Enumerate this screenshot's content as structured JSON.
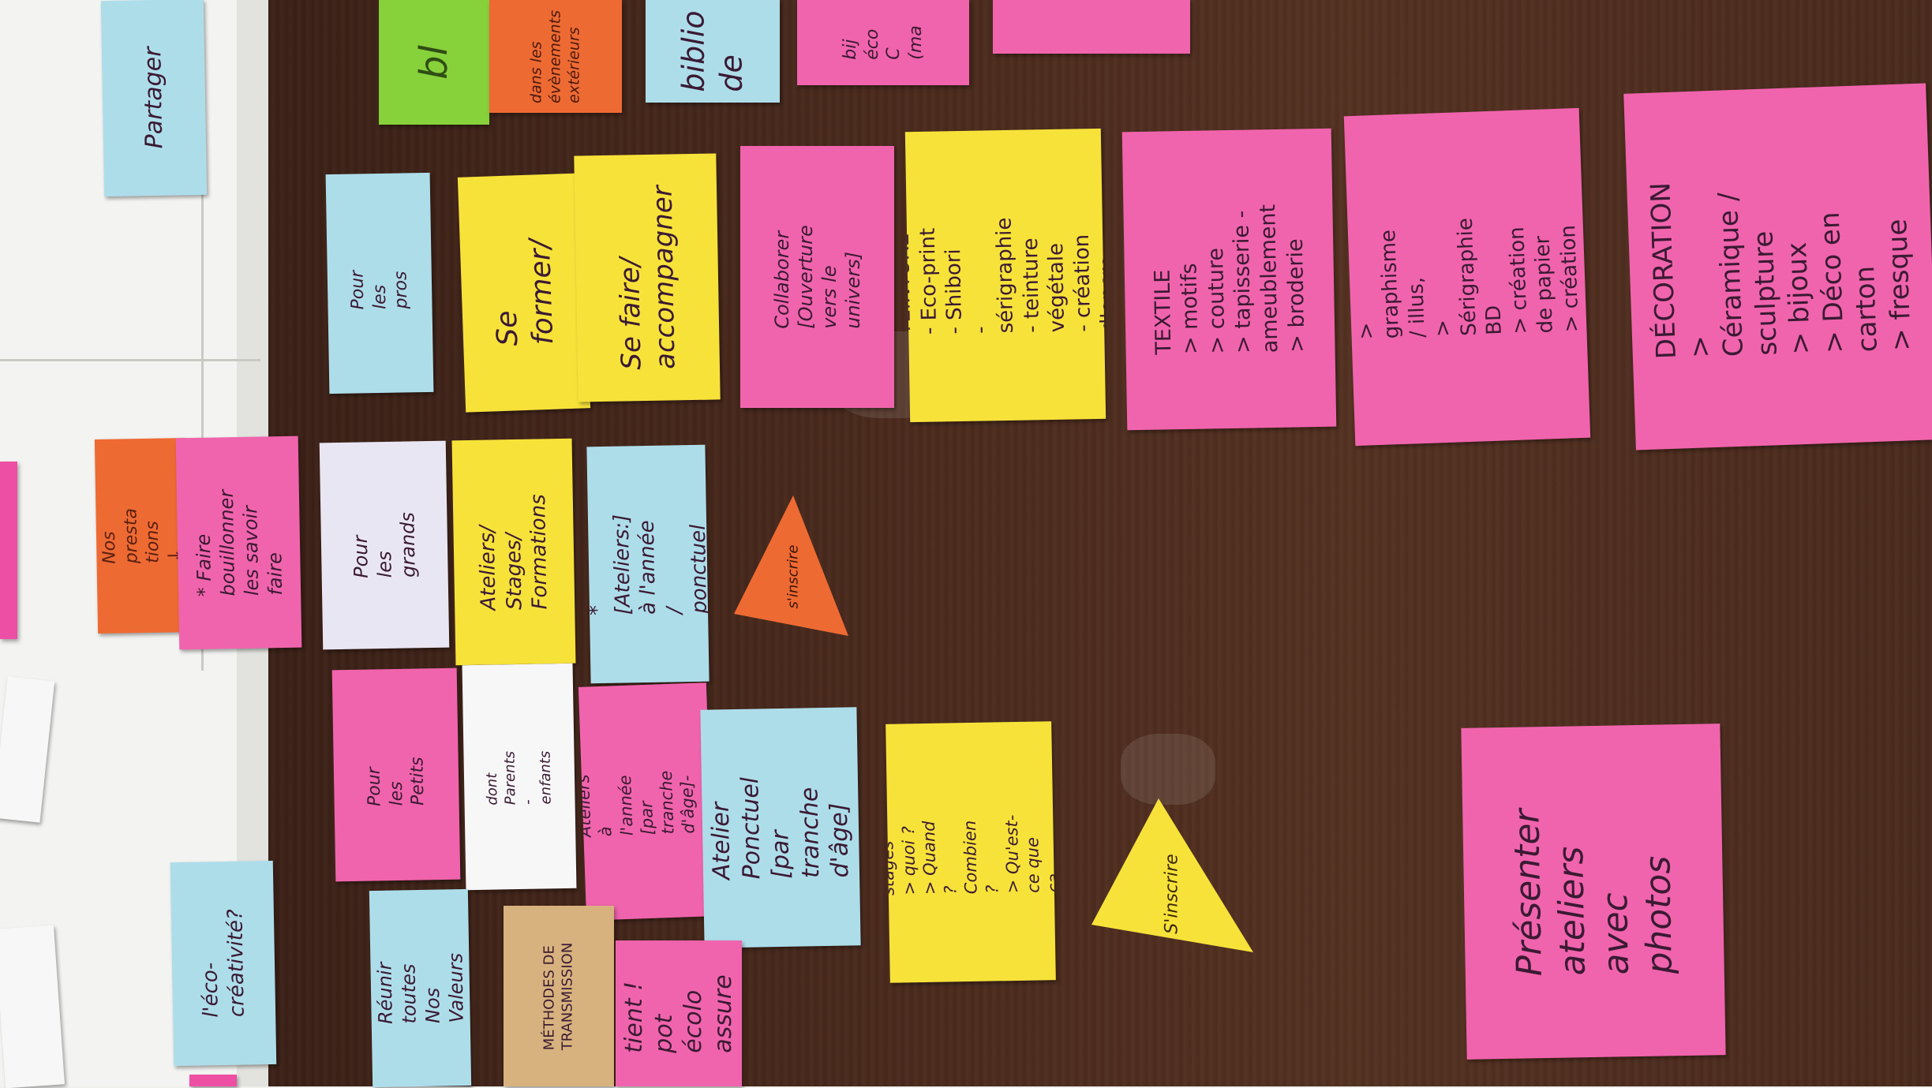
{
  "notes": {
    "partager": "Partager",
    "bl": "bl",
    "dans_les_evenements": "dans les\névènements\nextérieurs",
    "biblio_de": "biblio\nde",
    "bijoux_eco": "bij\néco\nC\n(ma",
    "pour_les_pros": "Pour les\npros",
    "se_former": "Se former/",
    "se_faire_accompagner": "Se faire/\naccompagner",
    "collaborer": "Collaborer\n[Ouverture vers le\nunivers]",
    "teinture": "TEINTURE\n- Eco-print\n- Shibori\n- sérigraphie\n- teinture végétale\n- création d'encre",
    "textile": "TEXTILE\n> motifs\n> couture\n> tapisserie -\n   ameublement\n> broderie",
    "creation_visuelle": "CREATION VISUELLE\n& Papier\n> graphisme / illus,\n> Sérigraphie   BD\n> création de papier\n> création d'encres\n> carnets et livres",
    "decoration": "DÉCORATION\n> Céramique / sculpture\n> bijoux\n> Déco en carton\n> fresque",
    "nos_prestations": "Nos presta\ntions ↓",
    "faire_bouillonner": "* Faire\nbouillonner\nles savoir\nfaire",
    "pour_les_grands": "Pour les\ngrands",
    "ateliers_stages_formations": "Ateliers/\nStages/\nFormations",
    "ateliers_annee_ponctuel": "*[Ateliers:]\nà l'année /\nponctuel",
    "pour_les_petits": "Pour les\nPetits",
    "dont_parents_enfants": "dont\nParents - enfants",
    "ateliers_annee_tranche": "Ateliers à\nl'année\n[par tranche\nd'âge]-boutons",
    "atelier_ponctuel": "Atelier\nPonctuel\n[par tranche\nd'âge]",
    "ateliers_stages_quoi": "Ateliers & stages\n> quoi ?\n> Quand ? Combien ?\n> Qu'est-ce que\n   ça comprend",
    "presenter_ateliers": "Présenter\nateliers avec\nphotos",
    "eco_creativite": "l'éco-\ncréativité?",
    "reunir_valeurs": "Réunir toutes\nNos\nValeurs",
    "methodes_transmission": "MÉTHODES DE\nTRANSMISSION",
    "tient_pot_ecolo": "tient !\npot écolo\nassure"
  },
  "triangles": {
    "sinscrire_orange": "s'inscrire",
    "sinscrire_yellow": "S'inscrire"
  },
  "colors": {
    "pink": "#ec4fa3",
    "yellow": "#f7e23a",
    "orange": "#ee6a33",
    "blue": "#aeddea",
    "green": "#87d13b",
    "board": "#4a2a1d"
  }
}
